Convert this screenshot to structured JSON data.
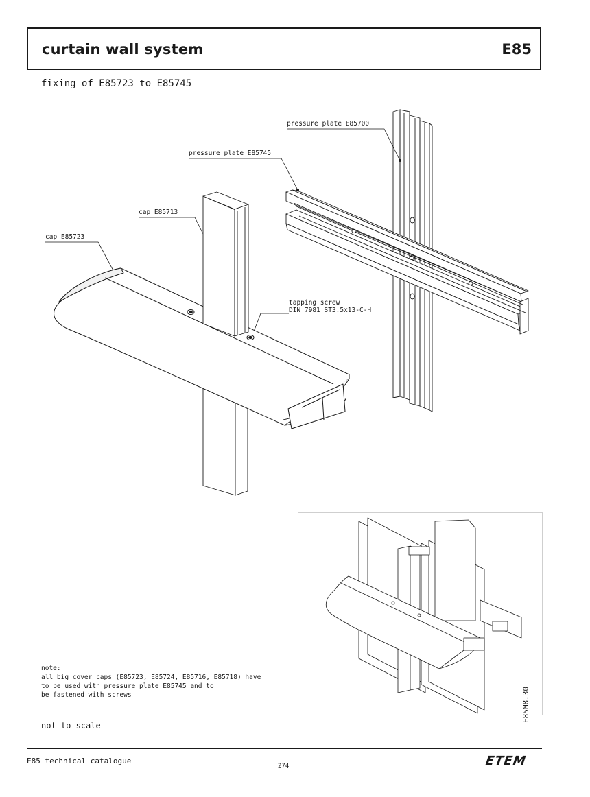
{
  "header": {
    "title": "curtain wall system",
    "code": "E85"
  },
  "subtitle": "fixing of E85723 to E85745",
  "labels": {
    "pressure_plate_e85700": "pressure plate E85700",
    "pressure_plate_e85745": "pressure plate E85745",
    "cap_e85713": "cap E85713",
    "cap_e85723": "cap E85723",
    "tapping_screw_line1": "tapping screw",
    "tapping_screw_line2": "DIN 7981 ST3.5x13-C-H"
  },
  "note": {
    "heading": "note:",
    "line1": "all big cover caps (E85723, E85724, E85716, E85718) have",
    "line2": "to be used with pressure plate E85745 and to",
    "line3": "be fastened with screws"
  },
  "scale_text": "not to scale",
  "drawing_id": "E85M8.30",
  "footer": {
    "catalogue": "E85 technical catalogue",
    "page": "274",
    "logo": "ETEM"
  }
}
